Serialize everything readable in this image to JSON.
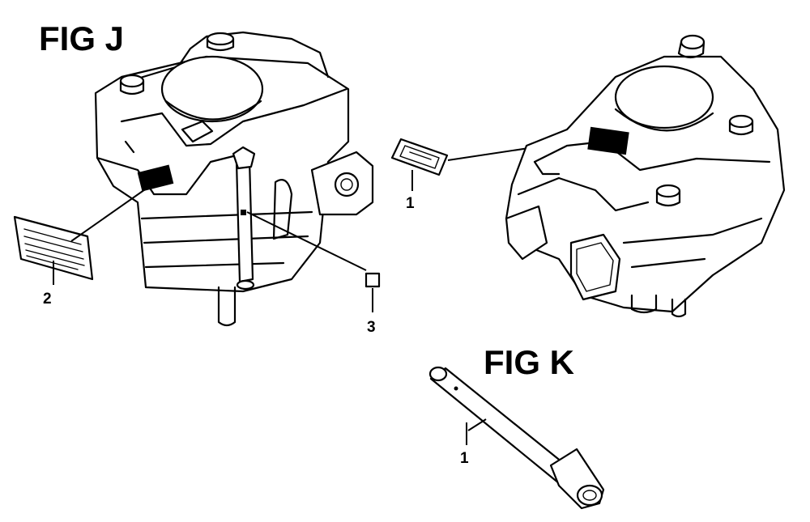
{
  "figures": {
    "fig_j": {
      "title": "FIG J"
    },
    "fig_k": {
      "title": "FIG K"
    }
  },
  "callouts": {
    "j_label_2": "2",
    "j_label_3": "3",
    "j_label_1": "1",
    "k_tool_1": "1"
  },
  "colors": {
    "ink": "#000000",
    "paper": "#ffffff"
  }
}
